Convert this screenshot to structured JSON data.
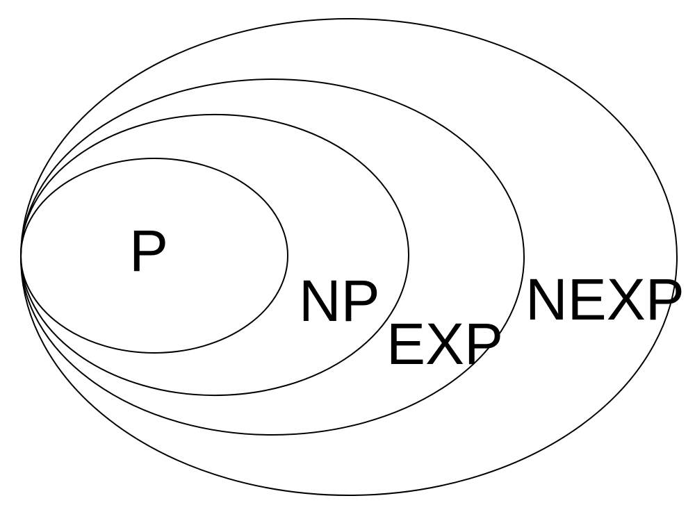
{
  "diagram": {
    "sets": [
      {
        "label": "P"
      },
      {
        "label": "NP"
      },
      {
        "label": "EXP"
      },
      {
        "label": "NEXP"
      }
    ],
    "stroke_color": "#000000",
    "background_color": "#ffffff"
  }
}
